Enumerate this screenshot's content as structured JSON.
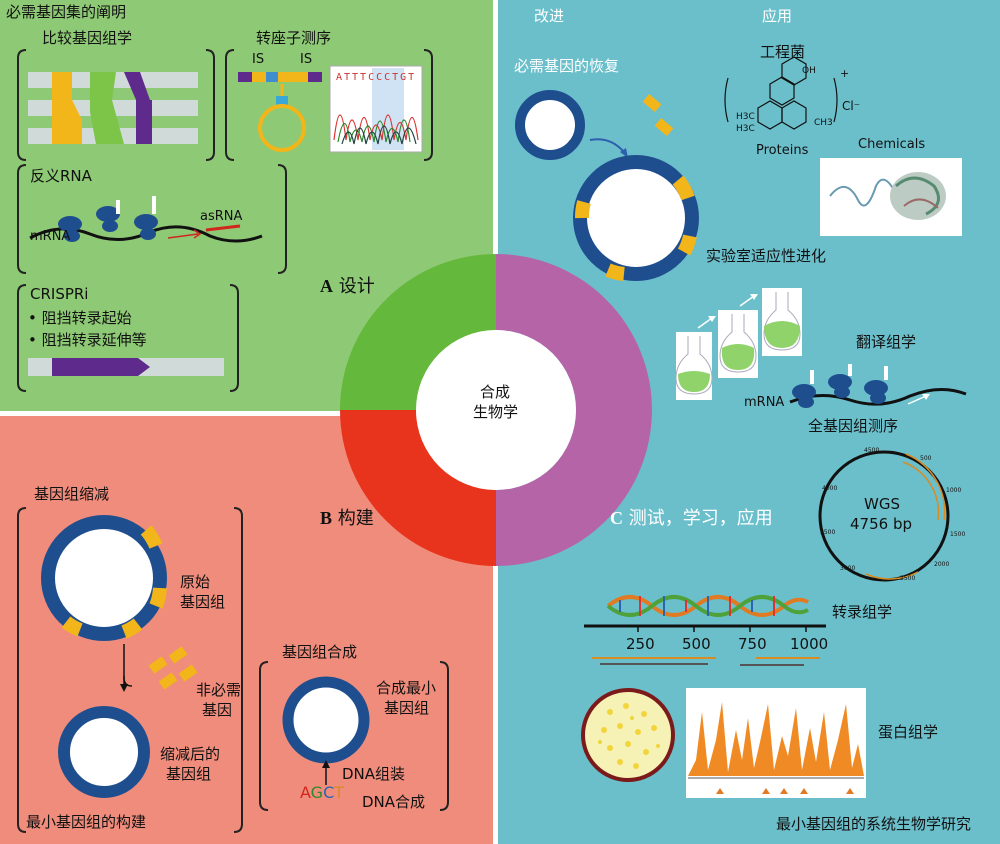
{
  "panelA": {
    "title": "必需基因集的阐明",
    "comparative": "比较基因组学",
    "transposon": "转座子测序",
    "is_left": "IS",
    "is_right": "IS",
    "seq_letters": "ATTTCCCTGT",
    "antisense": "反义RNA",
    "mrna": "mRNA",
    "asrna": "asRNA",
    "crispri": "CRISPRi",
    "bullet1": "• 阻挡转录起始",
    "bullet2": "• 阻挡转录延伸等",
    "label_letter": "A",
    "label_text": " 设计"
  },
  "panelB": {
    "reduction": "基因组缩减",
    "original1": "原始",
    "original2": "基因组",
    "nonessential1": "非必需",
    "nonessential2": "基因",
    "reduced1": "缩减后的",
    "reduced2": "基因组",
    "minimal_construct": "最小基因组的构建",
    "synthesis": "基因组合成",
    "synth_min1": "合成最小",
    "synth_min2": "基因组",
    "dna_assembly": "DNA组装",
    "dna_synthesis": "DNA合成",
    "agct": [
      "A",
      "G",
      "C",
      "T"
    ],
    "label_letter": "B",
    "label_text": " 构建"
  },
  "panelC": {
    "improve": "改进",
    "apply": "应用",
    "restore": "必需基因的恢复",
    "engineered": "工程菌",
    "proteins": "Proteins",
    "chemicals": "Chemicals",
    "evolution": "实验室适应性进化",
    "translatomics": "翻译组学",
    "mrna": "mRNA",
    "wgs_seq": "全基因组测序",
    "wgs": "WGS",
    "wgs_bp": "4756 bp",
    "ring_ticks": [
      "4500",
      "500",
      "1000",
      "1500",
      "2000",
      "2500",
      "3000",
      "3500",
      "4000"
    ],
    "transcriptomics": "转录组学",
    "axis_ticks": [
      "250",
      "500",
      "750",
      "1000"
    ],
    "proteomics": "蛋白组学",
    "systems": "最小基因组的系统生物学研究",
    "label_letter": "C",
    "label_text": " 测试，学习，应用",
    "chem_h3c1": "H3C",
    "chem_h3c2": "H3C",
    "chem_ch3": "CH3",
    "chem_oh": "OH",
    "chem_cl": "Cl⁻",
    "chem_plus": "+"
  },
  "center": {
    "line1": "合成",
    "line2": "生物学"
  },
  "colors": {
    "green": "#8ec975",
    "pink": "#f08c7b",
    "teal": "#6bbfcb",
    "ring_green": "#64b83c",
    "ring_red": "#e8341c",
    "ring_purple": "#b664a8",
    "genome_blue": "#1f4e8e",
    "gene_yellow": "#f2b51a"
  }
}
